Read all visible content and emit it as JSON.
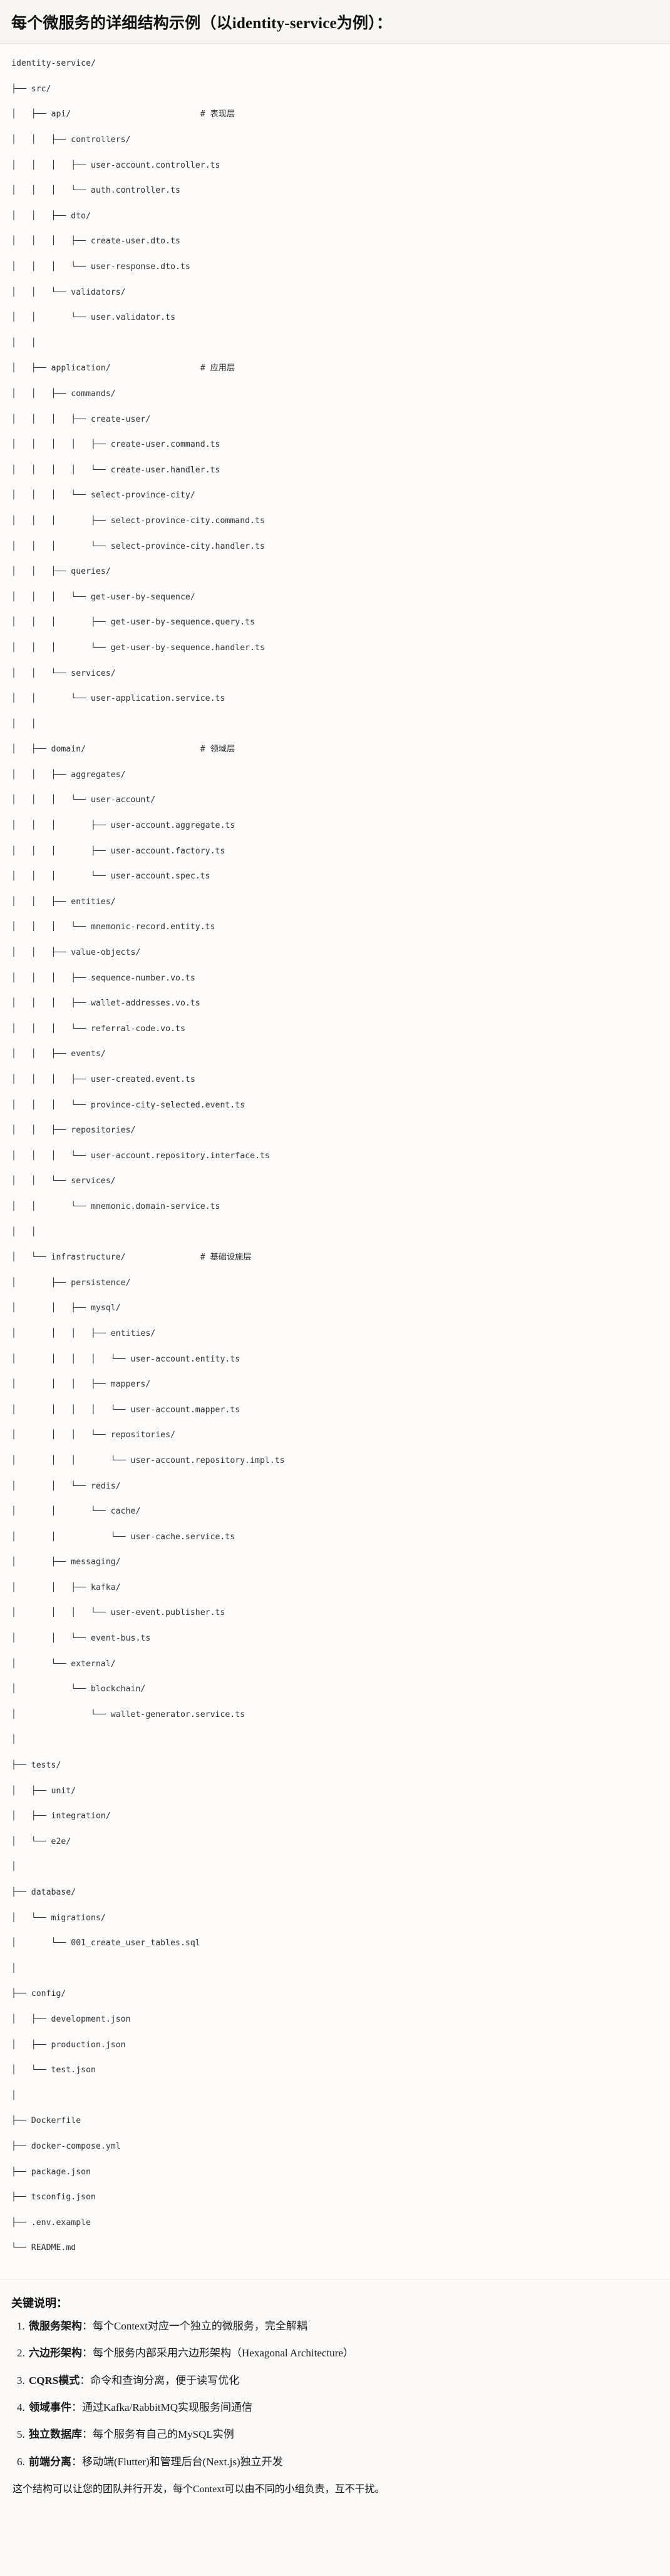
{
  "header": {
    "title": "每个微服务的详细结构示例（以identity-service为例）："
  },
  "tree": {
    "root": "identity-service/",
    "lines": [
      "identity-service/",
      "├── src/",
      "│   ├── api/                          # 表现层",
      "│   │   ├── controllers/",
      "│   │   │   ├── user-account.controller.ts",
      "│   │   │   └── auth.controller.ts",
      "│   │   ├── dto/",
      "│   │   │   ├── create-user.dto.ts",
      "│   │   │   └── user-response.dto.ts",
      "│   │   └── validators/",
      "│   │       └── user.validator.ts",
      "│   │",
      "│   ├── application/                  # 应用层",
      "│   │   ├── commands/",
      "│   │   │   ├── create-user/",
      "│   │   │   │   ├── create-user.command.ts",
      "│   │   │   │   └── create-user.handler.ts",
      "│   │   │   └── select-province-city/",
      "│   │   │       ├── select-province-city.command.ts",
      "│   │   │       └── select-province-city.handler.ts",
      "│   │   ├── queries/",
      "│   │   │   └── get-user-by-sequence/",
      "│   │   │       ├── get-user-by-sequence.query.ts",
      "│   │   │       └── get-user-by-sequence.handler.ts",
      "│   │   └── services/",
      "│   │       └── user-application.service.ts",
      "│   │",
      "│   ├── domain/                       # 领域层",
      "│   │   ├── aggregates/",
      "│   │   │   └── user-account/",
      "│   │   │       ├── user-account.aggregate.ts",
      "│   │   │       ├── user-account.factory.ts",
      "│   │   │       └── user-account.spec.ts",
      "│   │   ├── entities/",
      "│   │   │   └── mnemonic-record.entity.ts",
      "│   │   ├── value-objects/",
      "│   │   │   ├── sequence-number.vo.ts",
      "│   │   │   ├── wallet-addresses.vo.ts",
      "│   │   │   └── referral-code.vo.ts",
      "│   │   ├── events/",
      "│   │   │   ├── user-created.event.ts",
      "│   │   │   └── province-city-selected.event.ts",
      "│   │   ├── repositories/",
      "│   │   │   └── user-account.repository.interface.ts",
      "│   │   └── services/",
      "│   │       └── mnemonic.domain-service.ts",
      "│   │",
      "│   └── infrastructure/               # 基础设施层",
      "│       ├── persistence/",
      "│       │   ├── mysql/",
      "│       │   │   ├── entities/",
      "│       │   │   │   └── user-account.entity.ts",
      "│       │   │   ├── mappers/",
      "│       │   │   │   └── user-account.mapper.ts",
      "│       │   │   └── repositories/",
      "│       │   │       └── user-account.repository.impl.ts",
      "│       │   └── redis/",
      "│       │       └── cache/",
      "│       │           └── user-cache.service.ts",
      "│       ├── messaging/",
      "│       │   ├── kafka/",
      "│       │   │   └── user-event.publisher.ts",
      "│       │   └── event-bus.ts",
      "│       └── external/",
      "│           └── blockchain/",
      "│               └── wallet-generator.service.ts",
      "│",
      "├── tests/",
      "│   ├── unit/",
      "│   ├── integration/",
      "│   └── e2e/",
      "│",
      "├── database/",
      "│   └── migrations/",
      "│       └── 001_create_user_tables.sql",
      "│",
      "├── config/",
      "│   ├── development.json",
      "│   ├── production.json",
      "│   └── test.json",
      "│",
      "├── Dockerfile",
      "├── docker-compose.yml",
      "├── package.json",
      "├── tsconfig.json",
      "├── .env.example",
      "└── README.md"
    ]
  },
  "notes": {
    "title": "关键说明：",
    "items": [
      {
        "term": "微服务架构",
        "sep": "：",
        "desc": "每个Context对应一个独立的微服务，完全解耦"
      },
      {
        "term": "六边形架构",
        "sep": "：",
        "desc": "每个服务内部采用六边形架构（Hexagonal Architecture）"
      },
      {
        "term": "CQRS模式",
        "sep": "：",
        "desc": "命令和查询分离，便于读写优化"
      },
      {
        "term": "领域事件",
        "sep": "：",
        "desc": "通过Kafka/RabbitMQ实现服务间通信"
      },
      {
        "term": "独立数据库",
        "sep": "：",
        "desc": "每个服务有自己的MySQL实例"
      },
      {
        "term": "前端分离",
        "sep": "：",
        "desc": "移动端(Flutter)和管理后台(Next.js)独立开发"
      }
    ],
    "closing": "这个结构可以让您的团队并行开发，每个Context可以由不同的小组负责，互不干扰。"
  },
  "colors": {
    "page_bg": "#fbfaf8",
    "header_bg": "#f7f6f2",
    "code_bg": "#fcfbf9",
    "text": "#1a1a1a",
    "code_text": "#2f3337",
    "rule": "#e6e4de"
  }
}
